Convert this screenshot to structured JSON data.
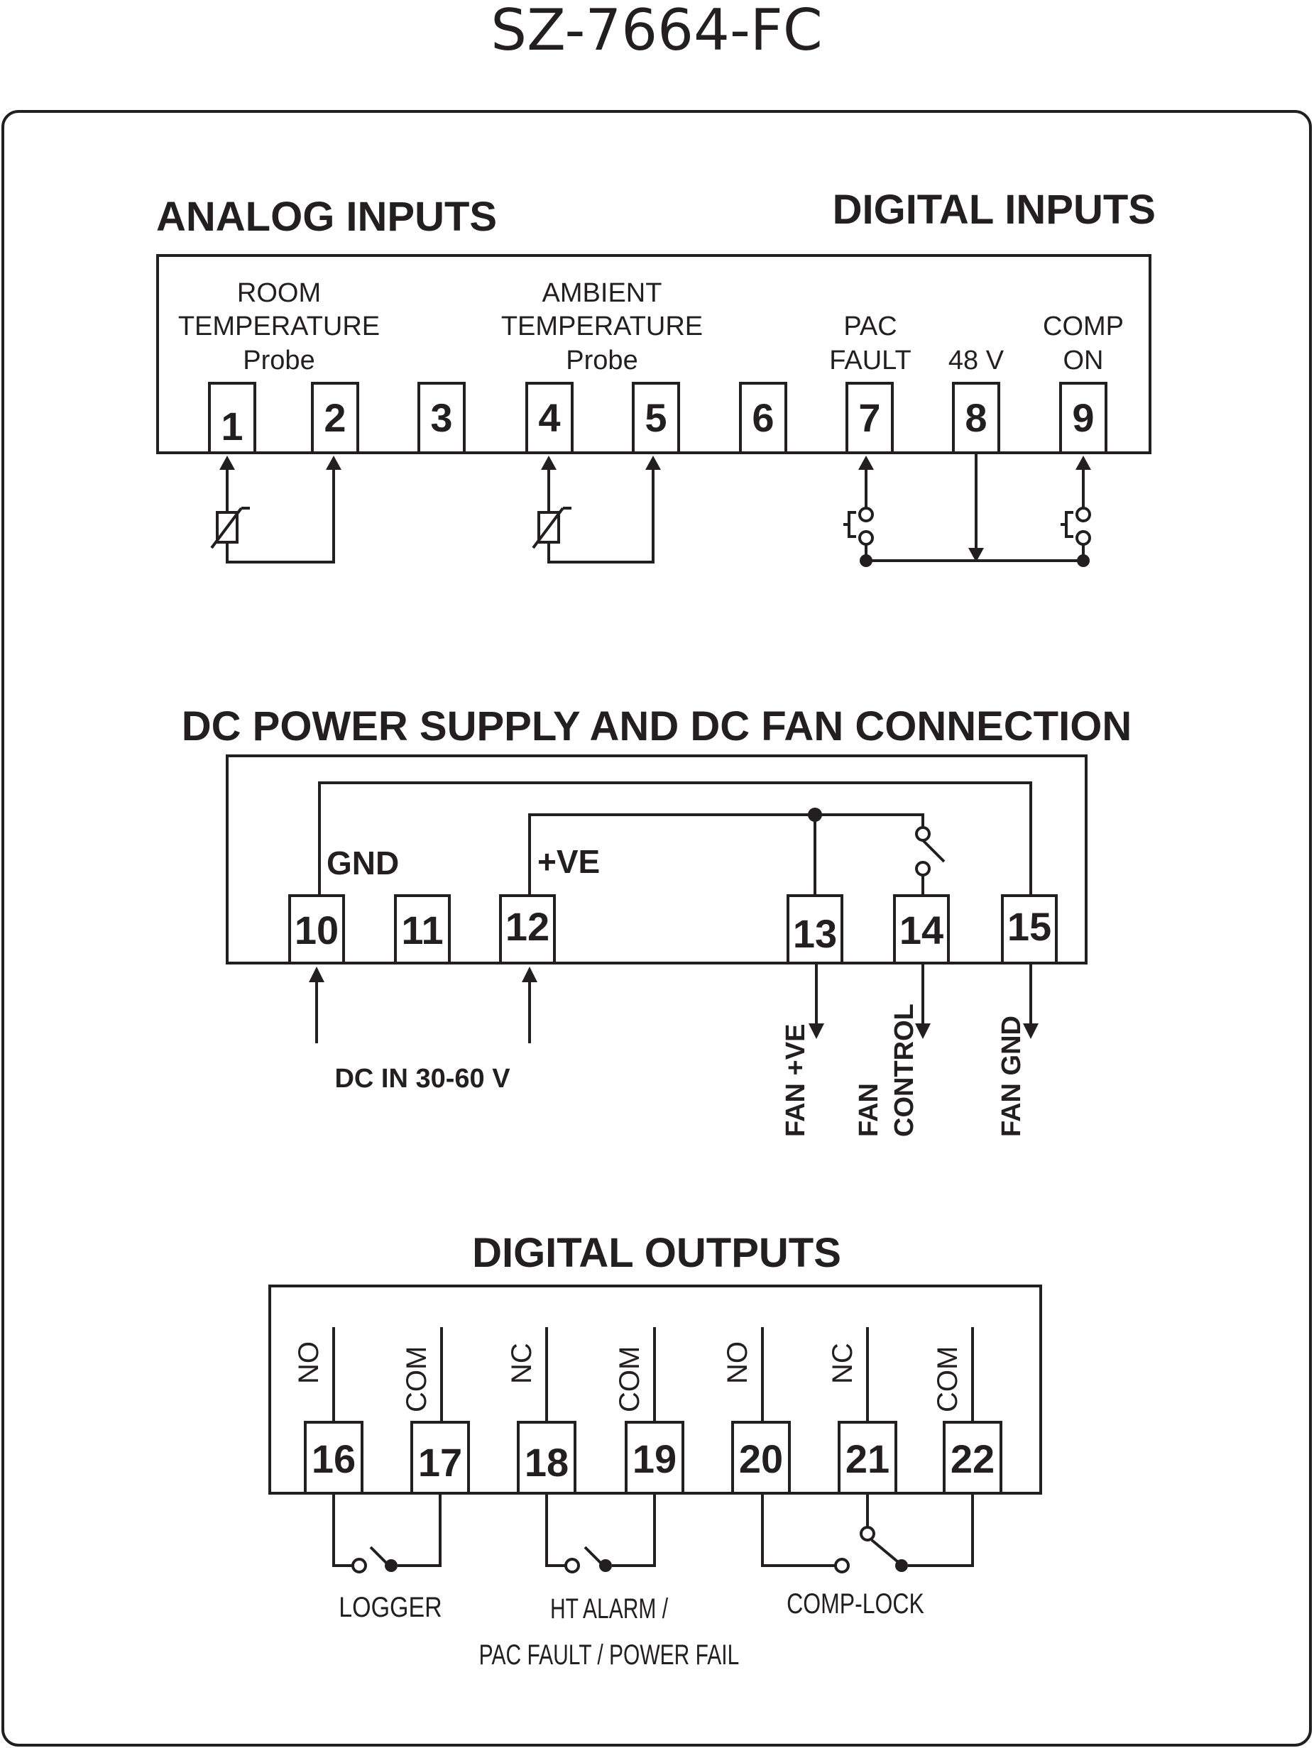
{
  "title": "SZ-7664-FC",
  "analog": {
    "title": "ANALOG INPUTS",
    "room": {
      "line1": "ROOM",
      "line2": "TEMPERATURE",
      "line3": "Probe"
    },
    "ambient": {
      "line1": "AMBIENT",
      "line2": "TEMPERATURE",
      "line3": "Probe"
    }
  },
  "digital_inputs": {
    "title": "DIGITAL INPUTS",
    "pac_fault": {
      "line1": "PAC",
      "line2": "FAULT"
    },
    "v48": "48 V",
    "comp_on": {
      "line1": "COMP",
      "line2": "ON"
    }
  },
  "terminals_top": [
    "1",
    "2",
    "3",
    "4",
    "5",
    "6",
    "7",
    "8",
    "9"
  ],
  "power": {
    "title": "DC POWER SUPPLY AND DC FAN CONNECTION",
    "gnd": "GND",
    "ve": "+VE",
    "dc_in": "DC IN 30-60 V",
    "fan_ve": "FAN +VE",
    "fan_control_1": "FAN",
    "fan_control_2": "CONTROL",
    "fan_gnd": "FAN GND"
  },
  "terminals_mid": [
    "10",
    "11",
    "12",
    "13",
    "14",
    "15"
  ],
  "outputs": {
    "title": "DIGITAL OUTPUTS",
    "contacts": [
      "NO",
      "COM",
      "NC",
      "COM",
      "NO",
      "NC",
      "COM"
    ],
    "logger": "LOGGER",
    "ht_alarm_1": "HT ALARM /",
    "ht_alarm_2": "PAC FAULT / POWER FAIL",
    "comp_lock": "COMP-LOCK"
  },
  "terminals_bot": [
    "16",
    "17",
    "18",
    "19",
    "20",
    "21",
    "22"
  ]
}
